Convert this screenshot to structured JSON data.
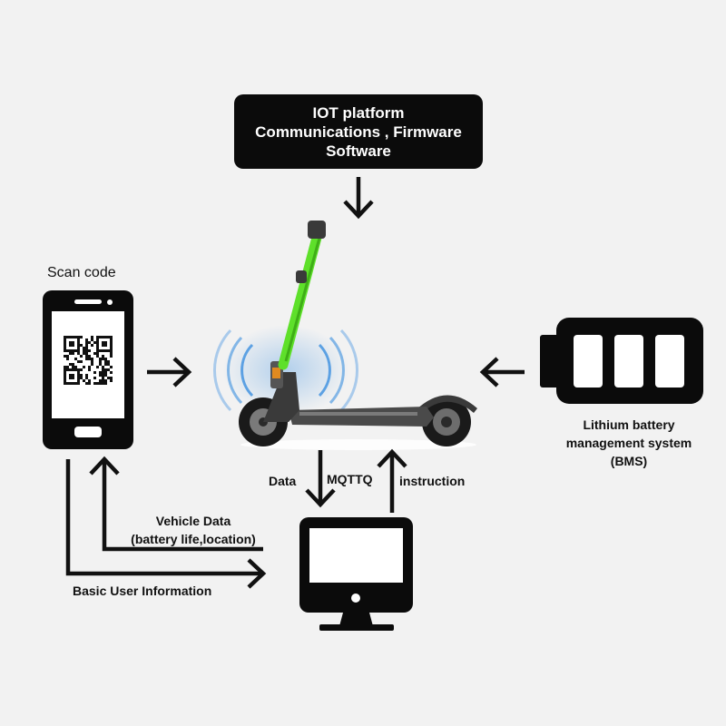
{
  "iot": {
    "line1": "IOT platform",
    "line2": "Communications , Firmware",
    "line3": "Software"
  },
  "phone": {
    "caption": "Scan code",
    "icon": "qr-code-icon"
  },
  "bms": {
    "line1": "Lithium battery",
    "line2": "management system",
    "line3": "(BMS)"
  },
  "links": {
    "data": "Data",
    "protocol": "MQTTQ",
    "instruction": "instruction",
    "vehicle_data_line1": "Vehicle Data",
    "vehicle_data_line2": "(battery life,location)",
    "basic_user_info": "Basic User Information"
  },
  "colors": {
    "scooter_stem": "#5ee02a",
    "signal": "#3b8fe0",
    "box": "#0b0b0b",
    "background": "#f2f2f2"
  }
}
